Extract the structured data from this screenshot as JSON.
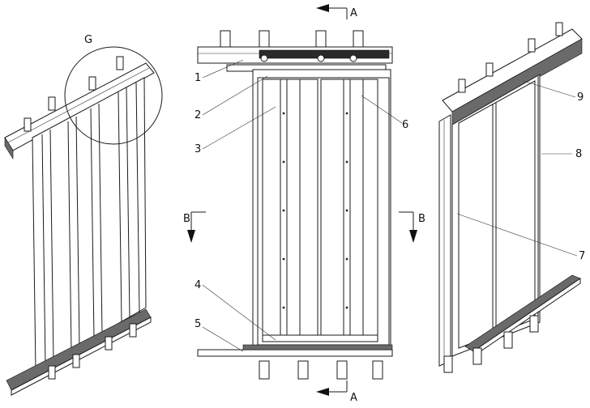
{
  "labels": {
    "detail_g": "G",
    "section_a_top": "A",
    "section_a_bottom": "A",
    "section_b_left": "B",
    "section_b_right": "B",
    "n1": "1",
    "n2": "2",
    "n3": "3",
    "n4": "4",
    "n5": "5",
    "n6": "6",
    "n7": "7",
    "n8": "8",
    "n9": "9"
  }
}
